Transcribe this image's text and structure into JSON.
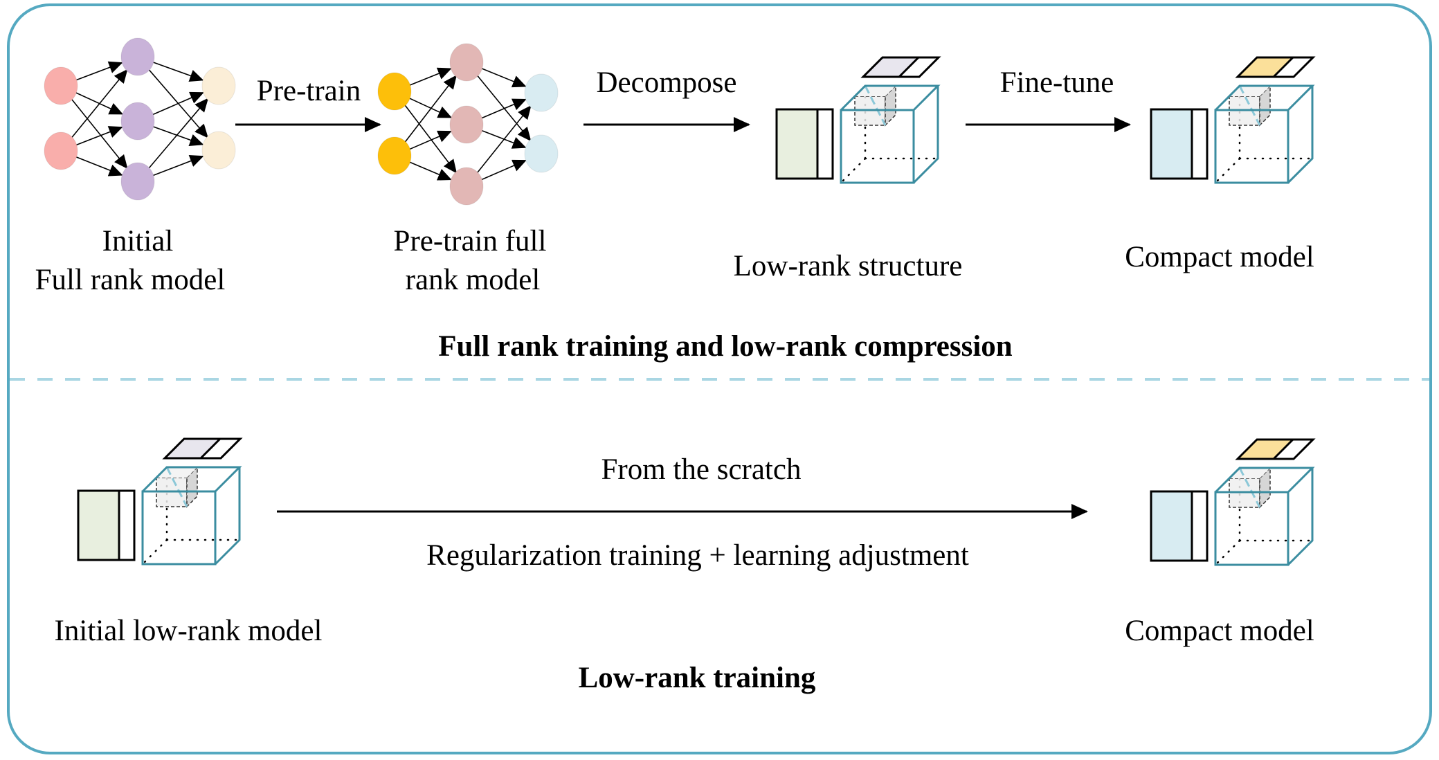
{
  "diagram": {
    "colors": {
      "frame": "#55a9c1",
      "divider": "#a9d6e3",
      "cube_edge": "#3b8da0",
      "input_nodes_initial": "#f9aeab",
      "hidden_nodes_initial": "#c9b3d9",
      "output_nodes_initial": "#fbeed7",
      "input_nodes_pretrained": "#fdbf0a",
      "hidden_nodes_pretrained": "#e2b7b5",
      "output_nodes_pretrained": "#d9ecf2",
      "matrix_green": "#e8efdf",
      "matrix_blue": "#d8ecf2",
      "slab_gray": "#e8e6ee",
      "slab_yellow": "#fbe09a"
    },
    "top_section": {
      "title": "Full rank training and low-rank compression",
      "stages": [
        {
          "id": "initial",
          "label_lines": [
            "Initial",
            "Full rank model"
          ]
        },
        {
          "id": "pretrained",
          "label_lines": [
            "Pre-train full",
            "rank model"
          ]
        },
        {
          "id": "lowrank",
          "label_lines": [
            "Low-rank structure"
          ]
        },
        {
          "id": "compact",
          "label_lines": [
            "Compact model"
          ]
        }
      ],
      "arrows": [
        {
          "from": "initial",
          "to": "pretrained",
          "label": "Pre-train"
        },
        {
          "from": "pretrained",
          "to": "lowrank",
          "label": "Decompose"
        },
        {
          "from": "lowrank",
          "to": "compact",
          "label": "Fine-tune"
        }
      ]
    },
    "bottom_section": {
      "title": "Low-rank training",
      "stages": [
        {
          "id": "initial_lowrank",
          "label_lines": [
            "Initial low-rank model"
          ]
        },
        {
          "id": "compact",
          "label_lines": [
            "Compact model"
          ]
        }
      ],
      "arrow": {
        "label_above": "From the scratch",
        "label_below": "Regularization training + learning adjustment"
      }
    }
  }
}
